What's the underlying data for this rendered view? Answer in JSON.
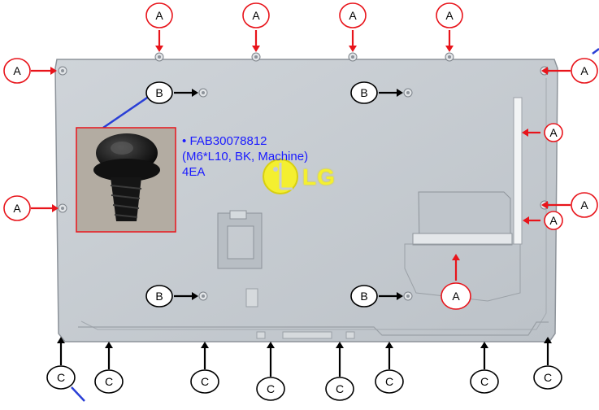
{
  "labels": {
    "a": "A",
    "b": "B",
    "c": "C"
  },
  "part": {
    "bullet": "•",
    "number": "FAB30078812",
    "spec": "(M6*L10, BK, Machine)",
    "quantity": "4EA"
  },
  "brand": {
    "text": "LG"
  },
  "colors": {
    "panel": "#c7ccd2",
    "panel_edge": "#9aa0a6",
    "arrow_a": "#e8141b",
    "arrow_bc": "#000000",
    "callout_text": "#1a1aff",
    "callout_border": "#e8141b",
    "leader_line": "#2a3fd6",
    "brand": "#f4ef30"
  }
}
